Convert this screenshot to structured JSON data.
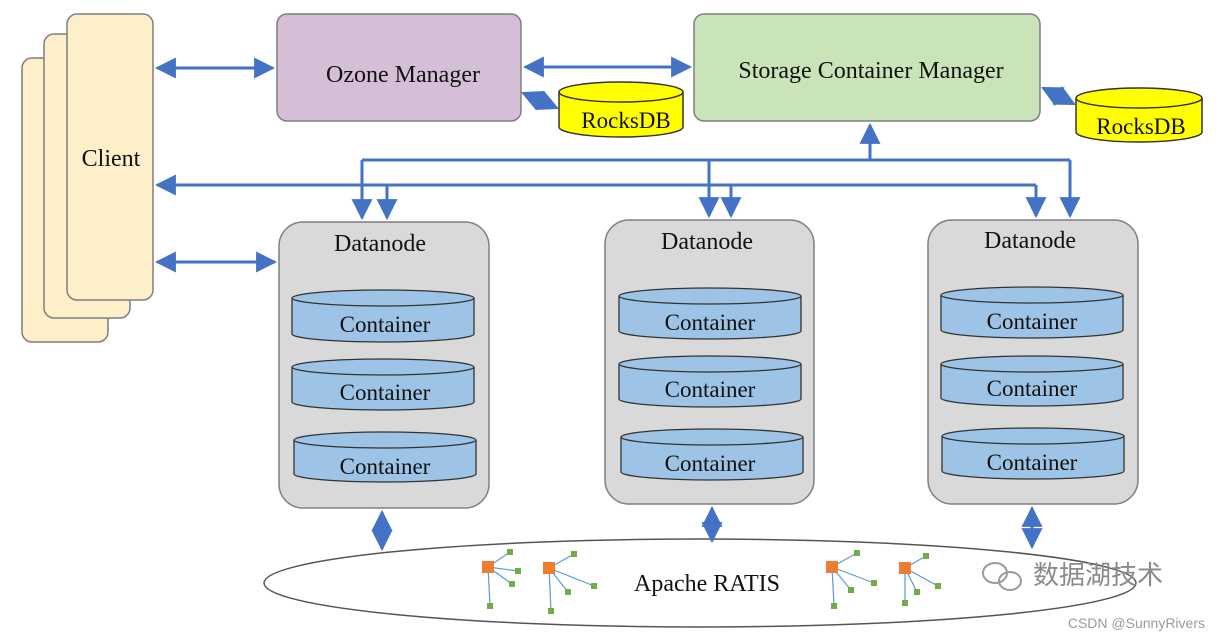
{
  "client": {
    "label": "Client"
  },
  "ozone_manager": {
    "label": "Ozone Manager",
    "fill": "#d5bfd6"
  },
  "scm": {
    "label": "Storage Container Manager",
    "fill": "#c8e4b8"
  },
  "rocksdb": {
    "label": "RocksDB",
    "fill": "#ffff00"
  },
  "datanodes": [
    {
      "label": "Datanode",
      "containers": [
        "Container",
        "Container",
        "Container"
      ]
    },
    {
      "label": "Datanode",
      "containers": [
        "Container",
        "Container",
        "Container"
      ]
    },
    {
      "label": "Datanode",
      "containers": [
        "Container",
        "Container",
        "Container"
      ]
    }
  ],
  "ratis": {
    "label": "Apache RATIS"
  },
  "watermark": {
    "text": "数据湖技术",
    "credit": "CSDN @SunnyRivers"
  },
  "colors": {
    "arrow": "#4472c4",
    "datanode_fill": "#d9d9d9",
    "container_fill": "#9dc3e6",
    "client_fill": "#fdefc8",
    "node_icon": "#ed7d31",
    "node_leaf": "#70ad47"
  }
}
